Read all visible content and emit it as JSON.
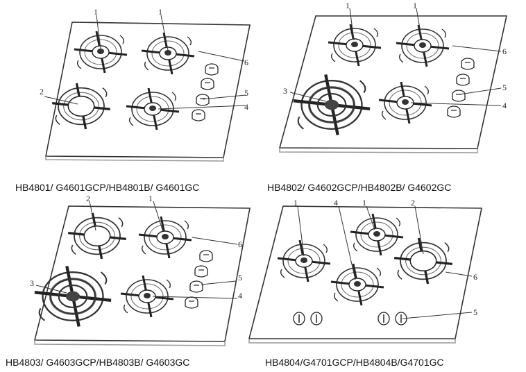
{
  "diagrams": [
    {
      "model": "HB4801/ G4601GCP/HB4801B/ G4601GC",
      "callouts": {
        "burner_left_top": "1",
        "burner_right_top": "1",
        "burner_left_bottom": "2",
        "knob": "5",
        "burner_right_bottom": "4",
        "pan_support": "6"
      }
    },
    {
      "model": "HB4802/ G4602GCP/HB4802B/ G4602GC",
      "callouts": {
        "burner_left_top": "1",
        "burner_right_top": "1",
        "burner_left_bottom": "3",
        "knob": "5",
        "burner_right_bottom": "4",
        "pan_support": "6"
      }
    },
    {
      "model": "HB4803/ G4603GCP/HB4803B/ G4603GC",
      "callouts": {
        "burner_left_top": "2",
        "burner_right_top": "1",
        "burner_left_bottom": "3",
        "knob": "5",
        "burner_right_bottom": "4",
        "pan_support": "6"
      }
    },
    {
      "model": "HB4804/G4701GCP/HB4804B/G4701GC",
      "callouts": {
        "burner_left": "1",
        "burner_center": "4",
        "burner_top": "1",
        "burner_right": "2",
        "pan_support": "6",
        "knob": "5"
      }
    }
  ],
  "colors": {
    "line": "#333333",
    "shadow": "#9a9a9a",
    "text": "#111111"
  }
}
